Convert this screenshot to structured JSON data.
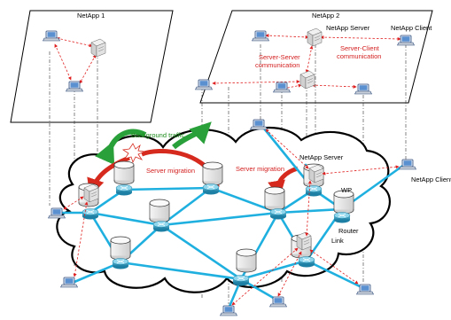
{
  "netapp1": {
    "title": "NetApp 1"
  },
  "netapp2": {
    "title": "NetApp 2",
    "server_label": "NetApp Server",
    "client_label": "NetApp Client",
    "ss_comm_line1": "Server-Server",
    "ss_comm_line2": "communication",
    "sc_comm_line1": "Server-Client",
    "sc_comm_line2": "communication"
  },
  "network": {
    "background_traffic": "Background traffic",
    "server_migration_left": "Server migration",
    "server_migration_right": "Server migration",
    "netapp_server": "NetApp Server",
    "netapp_client": "NetApp Client",
    "wp": "WP",
    "router": "Router",
    "link": "Link"
  },
  "colors": {
    "link": "#1fb0e0",
    "comm": "#e02020",
    "migration": "#d62a1e",
    "background_traffic": "#2aa03a",
    "cloud_stroke": "#000000",
    "server_body": "#d9d9d9",
    "router_body": "#3aa7c8"
  }
}
